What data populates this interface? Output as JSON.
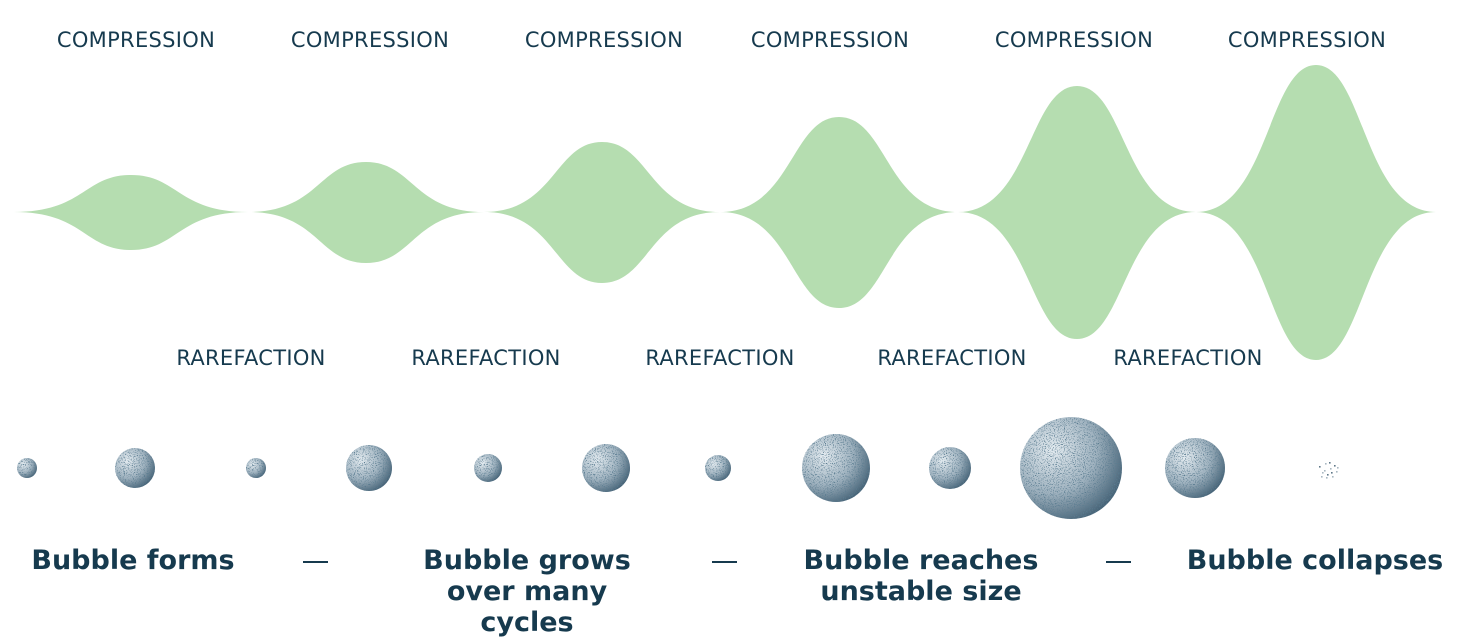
{
  "wave": {
    "fill_color": "#b5ddb0",
    "compression_label": "COMPRESSION",
    "rarefaction_label": "RAREFACTION"
  },
  "labels": {
    "compression": [
      "COMPRESSION",
      "COMPRESSION",
      "COMPRESSION",
      "COMPRESSION",
      "COMPRESSION",
      "COMPRESSION"
    ],
    "rarefaction": [
      "RAREFACTION",
      "RAREFACTION",
      "RAREFACTION",
      "RAREFACTION",
      "RAREFACTION"
    ]
  },
  "bubble": {
    "colors": {
      "light": "#d9e3ea",
      "mid": "#90a6b5",
      "dark": "#1d3b52"
    }
  },
  "stages": [
    {
      "label": "Bubble forms"
    },
    {
      "label": "Bubble grows over many cycles"
    },
    {
      "label": "Bubble reaches unstable size"
    },
    {
      "label": "Bubble collapses"
    }
  ],
  "colors": {
    "text": "#163a4e",
    "wave": "#b5ddb0"
  }
}
